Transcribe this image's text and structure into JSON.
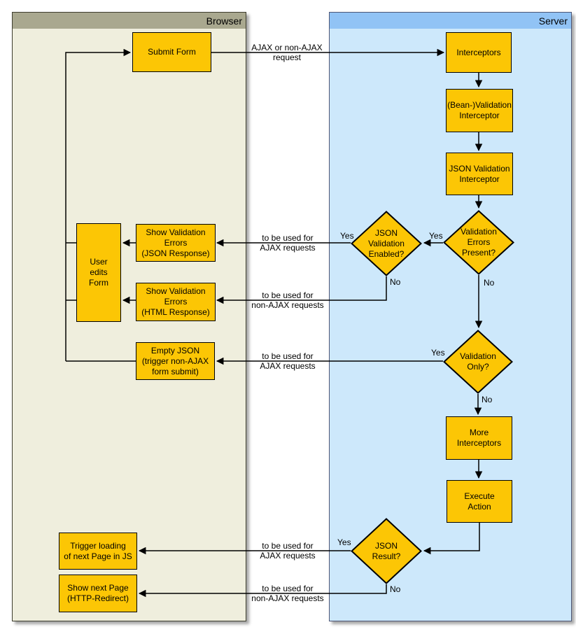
{
  "lanes": {
    "browser": {
      "title": "Browser"
    },
    "server": {
      "title": "Server"
    }
  },
  "colors": {
    "browser_header": "#a9a88f",
    "browser_body": "#efeedd",
    "server_header": "#91c3f5",
    "server_body": "#cde8fb",
    "node_fill": "#fcc605",
    "node_border": "#000000",
    "edge_color": "#000000"
  },
  "nodes": {
    "submit_form": {
      "label": "Submit Form"
    },
    "interceptors": {
      "label": "Interceptors"
    },
    "bean_validation_interceptor": {
      "label": "(Bean-)Validation\nInterceptor"
    },
    "json_validation_interceptor": {
      "label": "JSON Validation\nInterceptor"
    },
    "validation_errors_present": {
      "label": "Validation\nErrors\nPresent?"
    },
    "json_validation_enabled": {
      "label": "JSON\nValidation\nEnabled?"
    },
    "show_validation_errors_json": {
      "label": "Show Validation\nErrors\n(JSON Response)"
    },
    "user_edits_form": {
      "label": "User\nedits\nForm"
    },
    "show_validation_errors_html": {
      "label": "Show Validation\nErrors\n(HTML Response)"
    },
    "empty_json": {
      "label": "Empty JSON\n(trigger non-AJAX\nform submit)"
    },
    "validation_only": {
      "label": "Validation\nOnly?"
    },
    "more_interceptors": {
      "label": "More\nInterceptors"
    },
    "execute_action": {
      "label": "Execute\nAction"
    },
    "json_result": {
      "label": "JSON\nResult?"
    },
    "trigger_loading": {
      "label": "Trigger loading\nof next Page in JS"
    },
    "show_next_page": {
      "label": "Show next Page\n(HTTP-Redirect)"
    }
  },
  "edge_labels": {
    "request": {
      "line1": "AJAX or non-AJAX",
      "line2": "request"
    },
    "ajax_top": {
      "line1": "to be used for",
      "line2": "AJAX requests"
    },
    "non_ajax_mid": {
      "line1": "to be used for",
      "line2": "non-AJAX requests"
    },
    "ajax_mid": {
      "line1": "to be used for",
      "line2": "AJAX requests"
    },
    "ajax_bottom": {
      "line1": "to be used for",
      "line2": "AJAX requests"
    },
    "non_ajax_bottom": {
      "line1": "to be used for",
      "line2": "non-AJAX requests"
    }
  },
  "decisions": {
    "validation_errors_present": {
      "yes": "Yes",
      "no": "No"
    },
    "json_validation_enabled": {
      "yes": "Yes",
      "no": "No"
    },
    "validation_only": {
      "yes": "Yes",
      "no": "No"
    },
    "json_result": {
      "yes": "Yes",
      "no": "No"
    }
  }
}
